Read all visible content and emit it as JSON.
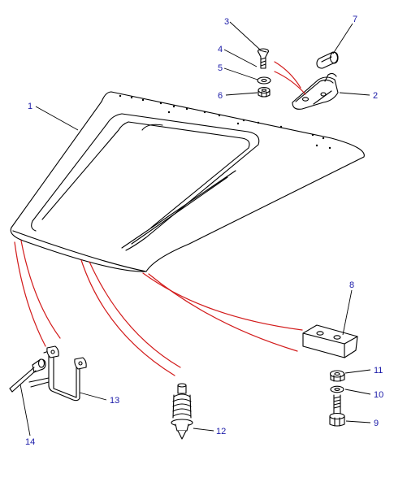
{
  "callouts": [
    "1",
    "2",
    "3",
    "4",
    "5",
    "6",
    "7",
    "8",
    "9",
    "10",
    "11",
    "12",
    "13",
    "14"
  ],
  "colors": {
    "fitment_lines": "#d21a1a",
    "callout_text": "#1a1aa8",
    "outline": "#000000"
  }
}
